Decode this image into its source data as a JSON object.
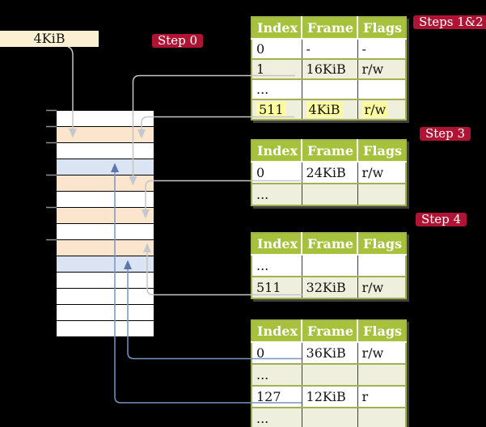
{
  "frame_box": {
    "label": "4KiB"
  },
  "badges": [
    {
      "id": "step0",
      "label": "Step 0"
    },
    {
      "id": "steps12",
      "label": "Steps 1&2"
    },
    {
      "id": "step3",
      "label": "Step 3"
    },
    {
      "id": "step4",
      "label": "Step 4"
    }
  ],
  "tables": [
    {
      "headers": [
        "Index",
        "Frame",
        "Flags"
      ],
      "rows": [
        [
          "0",
          "-",
          "-"
        ],
        [
          "1",
          "16KiB",
          "r/w"
        ],
        [
          "...",
          "",
          ""
        ],
        [
          "511",
          "4KiB",
          "r/w"
        ]
      ]
    },
    {
      "headers": [
        "Index",
        "Frame",
        "Flags"
      ],
      "rows": [
        [
          "0",
          "24KiB",
          "r/w"
        ],
        [
          "...",
          "",
          ""
        ]
      ]
    },
    {
      "headers": [
        "Index",
        "Frame",
        "Flags"
      ],
      "rows": [
        [
          "...",
          "",
          ""
        ],
        [
          "511",
          "32KiB",
          "r/w"
        ]
      ]
    },
    {
      "headers": [
        "Index",
        "Frame",
        "Flags"
      ],
      "rows": [
        [
          "0",
          "36KiB",
          "r/w"
        ],
        [
          "...",
          "",
          ""
        ],
        [
          "127",
          "12KiB",
          "r"
        ],
        [
          "...",
          "",
          ""
        ]
      ]
    }
  ],
  "memory": {
    "frames": [
      {
        "type": "free"
      },
      {
        "type": "table"
      },
      {
        "type": "free"
      },
      {
        "type": "page"
      },
      {
        "type": "table"
      },
      {
        "type": "free"
      },
      {
        "type": "table"
      },
      {
        "type": "free"
      },
      {
        "type": "table"
      },
      {
        "type": "page"
      },
      {
        "type": "free"
      },
      {
        "type": "free"
      },
      {
        "type": "free"
      },
      {
        "type": "free"
      }
    ]
  },
  "colors": {
    "badge_red": "#b01434",
    "header_green": "#a6c13c",
    "row_green": "#eef0dd",
    "highlight_yellow": "#fcfc9e",
    "frame_pagetable_peach": "#fce5cd",
    "frame_page_blue": "#dae4f3",
    "root_box_cream": "#fbf0d2",
    "connector_gray": "#c5c5c5",
    "connector_blue": "#7a94c2"
  }
}
